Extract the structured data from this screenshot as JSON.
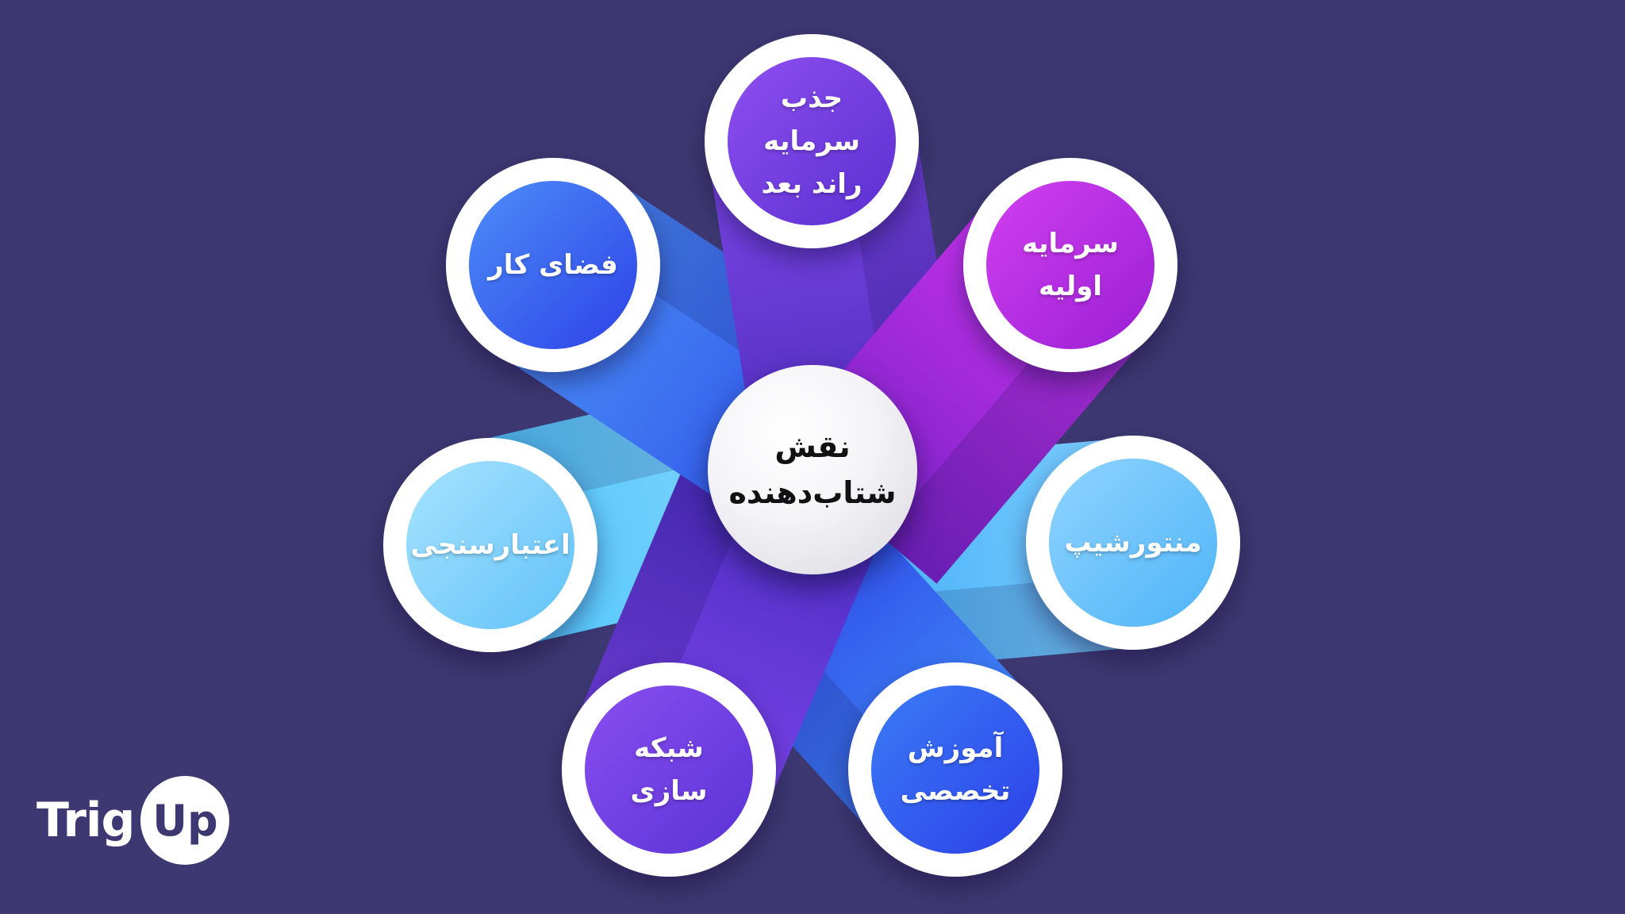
{
  "hub": {
    "label": "نقش\nشتاب‌دهنده"
  },
  "nodes": [
    {
      "id": "top",
      "label": "جذب سرمایه\nراند بعد",
      "color_from": "#8e4ff0",
      "color_to": "#5b2fd0",
      "ribbon_from": "#7e46ea",
      "ribbon_to": "#4b2bb8"
    },
    {
      "id": "upper-right",
      "label": "سرمایه\nاولیه",
      "color_from": "#d13ff0",
      "color_to": "#9a1fd4",
      "ribbon_from": "#c532ea",
      "ribbon_to": "#7b22c9"
    },
    {
      "id": "right",
      "label": "منتورشیپ",
      "color_from": "#8fd4ff",
      "color_to": "#4fb4f8",
      "ribbon_from": "#7fd0ff",
      "ribbon_to": "#3aa8f5"
    },
    {
      "id": "lower-right",
      "label": "آموزش\nتخصصی",
      "color_from": "#3b7cf7",
      "color_to": "#2c3fe8",
      "ribbon_from": "#3f86f8",
      "ribbon_to": "#2d43e6"
    },
    {
      "id": "lower-left",
      "label": "شبکه سازی",
      "color_from": "#8a4ef0",
      "color_to": "#5a33d6",
      "ribbon_from": "#7a43ea",
      "ribbon_to": "#4a2cc0"
    },
    {
      "id": "left",
      "label": "اعتبارسنجی",
      "color_from": "#a7e3ff",
      "color_to": "#62c2f8",
      "ribbon_from": "#4fc6fb",
      "ribbon_to": "#8fd8ff"
    },
    {
      "id": "upper-left",
      "label": "فضای کار",
      "color_from": "#4d8df9",
      "color_to": "#2d42e6",
      "ribbon_from": "#4a8ef8",
      "ribbon_to": "#2c4be6"
    }
  ],
  "logo": {
    "trig": "Trig",
    "up": "Up"
  },
  "colors": {
    "background": "#3d3871"
  }
}
